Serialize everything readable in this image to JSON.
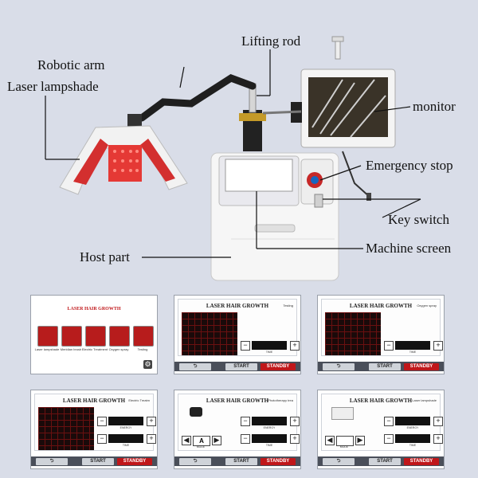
{
  "callouts": {
    "lifting_rod": "Lifting rod",
    "robotic_arm": "Robotic arm",
    "laser_lampshade": "Laser lampshade",
    "monitor": "monitor",
    "emergency_stop": "Emergency stop",
    "key_switch": "Key switch",
    "machine_screen": "Machine screen",
    "host_part": "Host part"
  },
  "screens": {
    "main": {
      "title": "LASER HAIR GROWTH",
      "items": [
        "Laser lampshade",
        "Meridian brush",
        "Electric Treatment",
        "Oxygen spray",
        "Testing"
      ]
    },
    "testing": {
      "title": "LASER HAIR GROWTH",
      "subtitle": "Testing",
      "time_label": "TIME"
    },
    "oxygen": {
      "title": "LASER HAIR GROWTH",
      "subtitle": "Oxygen spray",
      "time_label": "TIME"
    },
    "electric": {
      "title": "LASER HAIR GROWTH",
      "subtitle": "Electric Treatm",
      "energy_label": "ENERGY",
      "time_label": "TIME"
    },
    "photo": {
      "title": "LASER HAIR GROWTH",
      "subtitle": "Phototherapy trea",
      "energy_label": "ENERGY",
      "time_label": "TIME",
      "mode_label": "MODE",
      "mode_value": "A"
    },
    "lamp": {
      "title": "LASER HAIR GROWTH",
      "subtitle": "Laser lampshade",
      "energy_label": "ENERGY",
      "time_label": "TIME",
      "mode_label": "MODE"
    }
  },
  "buttons": {
    "start": "START",
    "standby": "STANDBY",
    "back": "⮌"
  },
  "colors": {
    "accent_red": "#c0171a",
    "background": "#d9dde8"
  }
}
